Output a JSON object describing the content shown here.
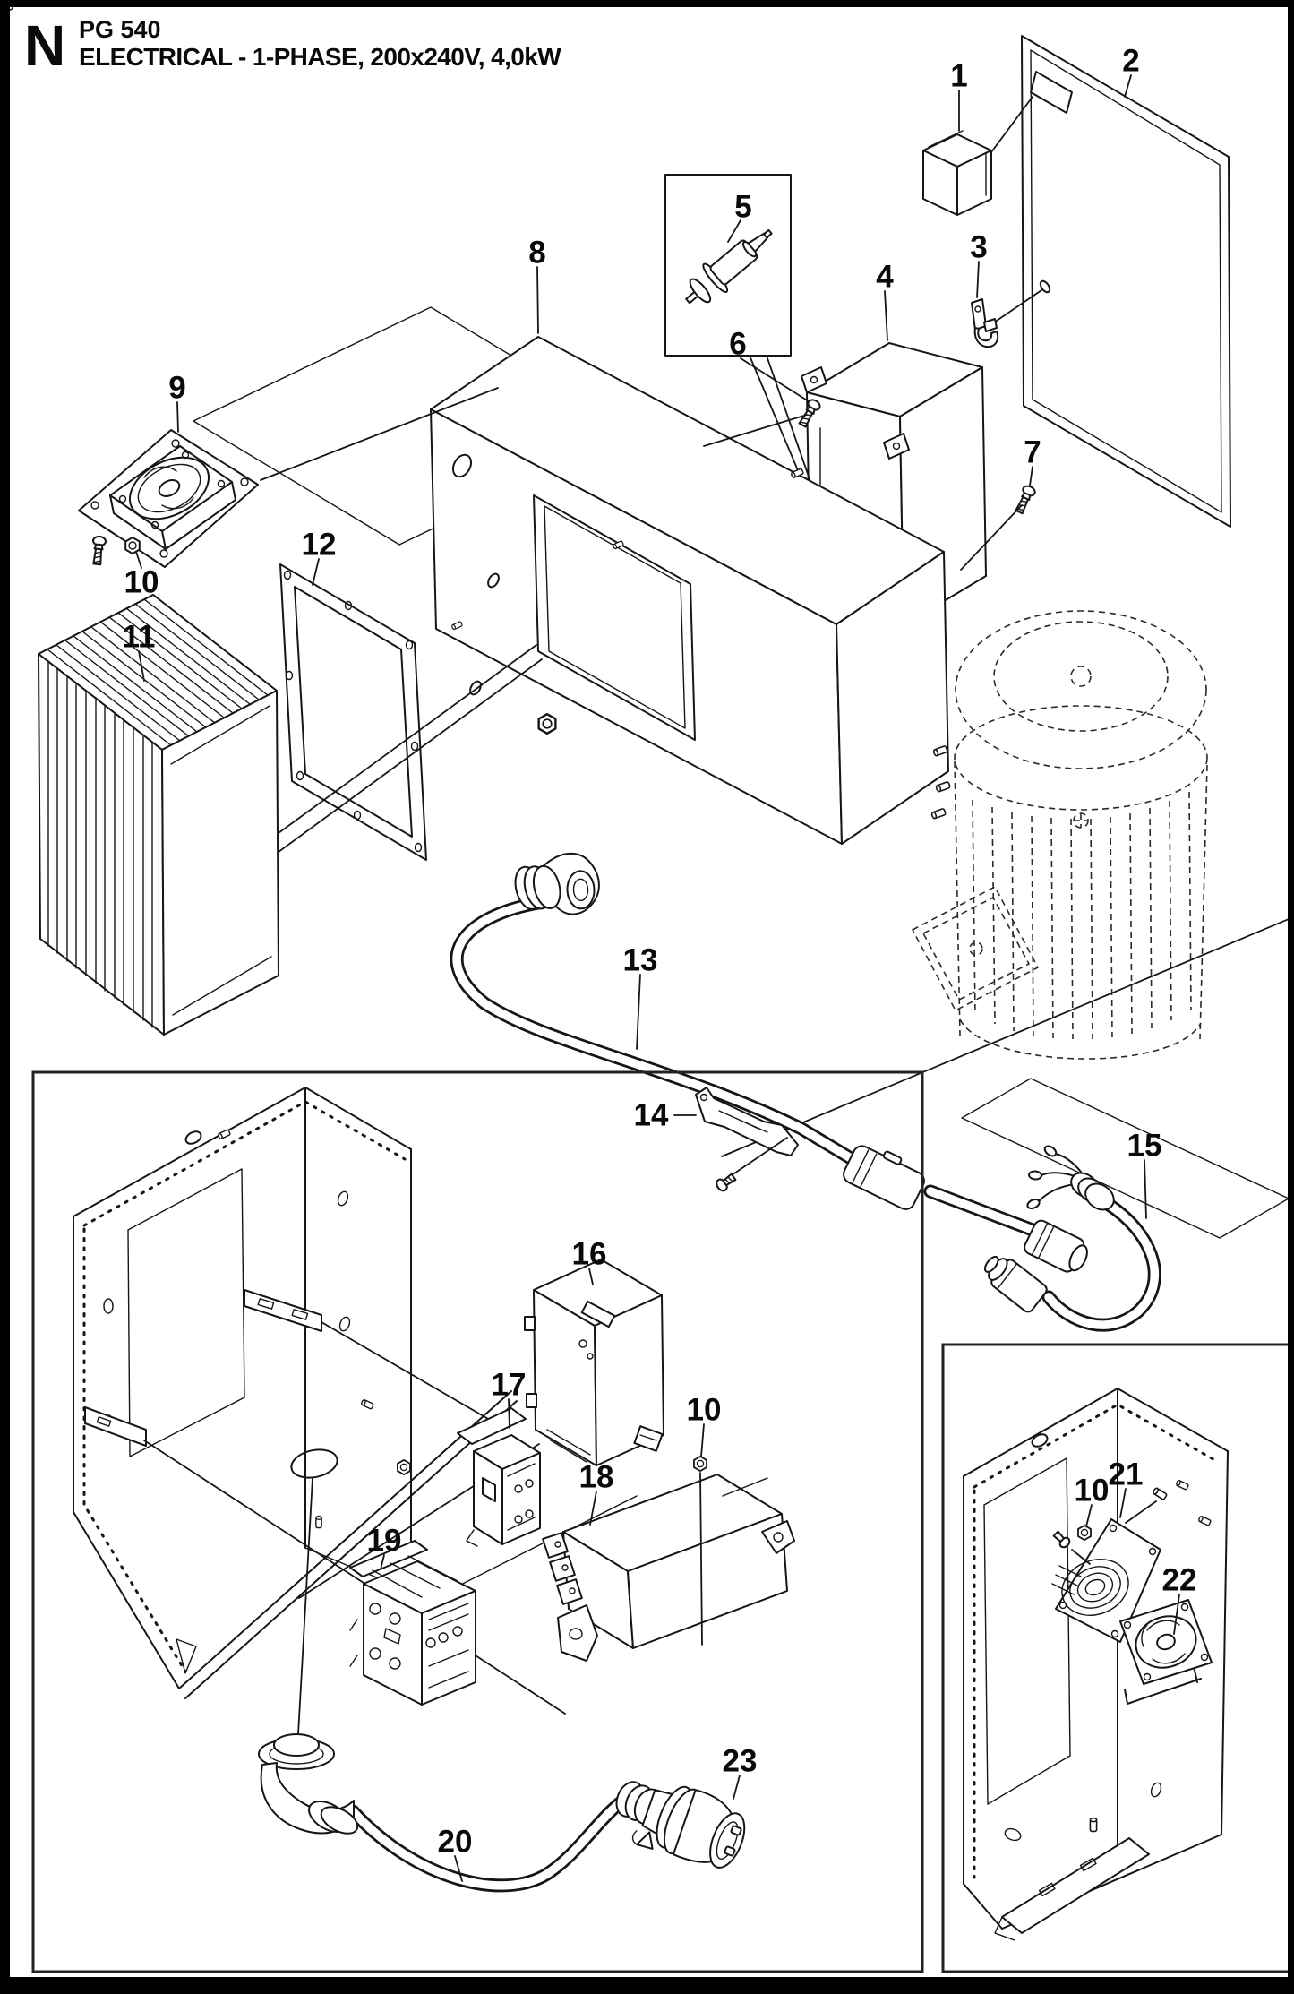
{
  "colors": {
    "ink": "#161616",
    "paper": "#ffffff"
  },
  "header": {
    "section_letter": "N",
    "model": "PG 540",
    "title": "ELECTRICAL - 1-PHASE, 200x240V, 4,0kW"
  },
  "callouts": {
    "n1": "1",
    "n2": "2",
    "n3": "3",
    "n4": "4",
    "n5": "5",
    "n6": "6",
    "n7": "7",
    "n8": "8",
    "n9": "9",
    "n10a": "10",
    "n11": "11",
    "n12": "12",
    "n13": "13",
    "n14": "14",
    "n15": "15",
    "n16": "16",
    "n17": "17",
    "n10b": "10",
    "n18": "18",
    "n19": "19",
    "n20": "20",
    "n23": "23",
    "n10c": "10",
    "n21": "21",
    "n22": "22"
  }
}
